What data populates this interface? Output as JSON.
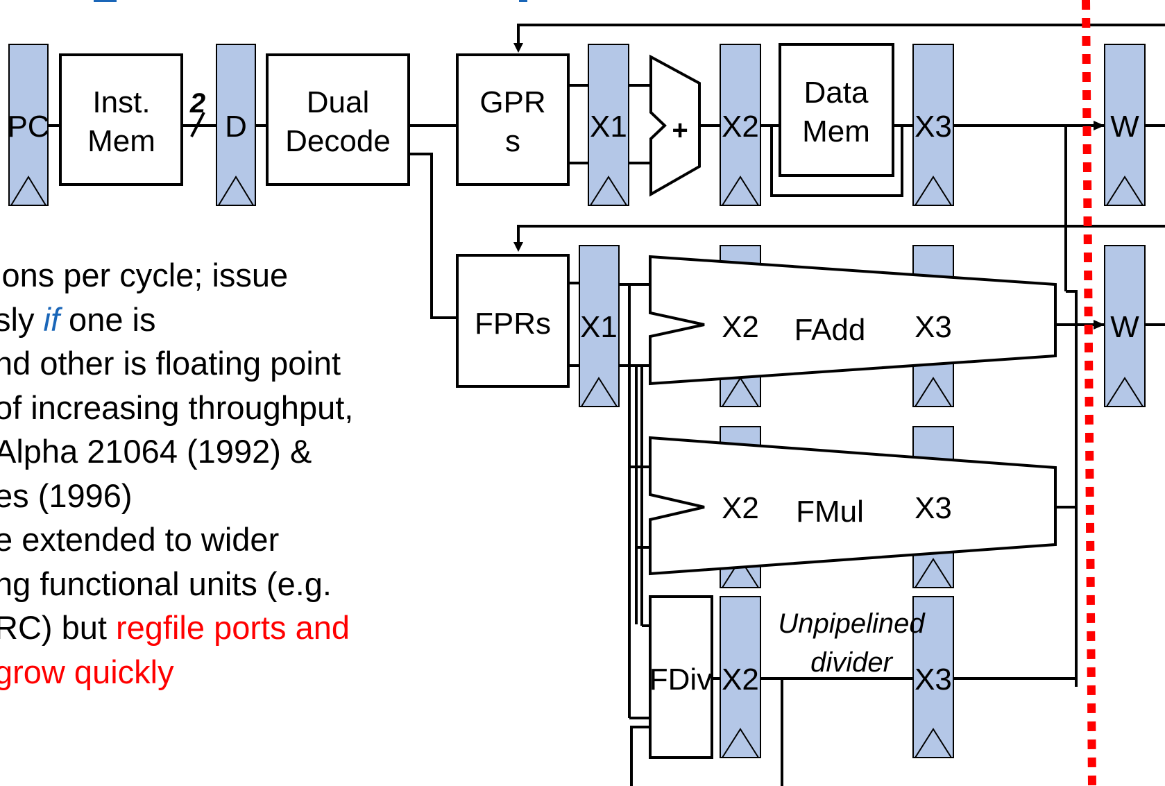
{
  "blocks": {
    "pc": "PC",
    "inst_mem": [
      "Inst.",
      "Mem"
    ],
    "width_label": "2",
    "decode_reg": "D",
    "dual_decode": [
      "Dual",
      "Decode"
    ],
    "gprs": [
      "GPR",
      "s"
    ],
    "fprs": "FPRs",
    "adder": "+",
    "data_mem": [
      "Data",
      "Mem"
    ],
    "x1": "X1",
    "x2": "X2",
    "x3": "X3",
    "w": "W",
    "fadd": "FAdd",
    "fmul": "FMul",
    "fdiv": "FDiv",
    "unpipelined": [
      "Unpipelined",
      "divider"
    ]
  },
  "text": {
    "line1": "ions per cycle; issue",
    "line2_a": "sly ",
    "line2_if": "if",
    "line2_b": " one is",
    "line3": "nd other is floating point",
    "line4": "of increasing throughput,",
    "line5": " Alpha 21064 (1992) &",
    "line6": "es (1996)",
    "line7": "e extended to wider",
    "line8": "ng functional units (e.g.",
    "line9_a": "RC) but ",
    "line9_red": "regfile ports and",
    "line10_red": "grow quickly"
  },
  "colors": {
    "register_fill": "#b4c7e7",
    "link_blue": "#1a66b8",
    "highlight_red": "#ff0000",
    "divider_dotted_red": "#ff0000"
  }
}
